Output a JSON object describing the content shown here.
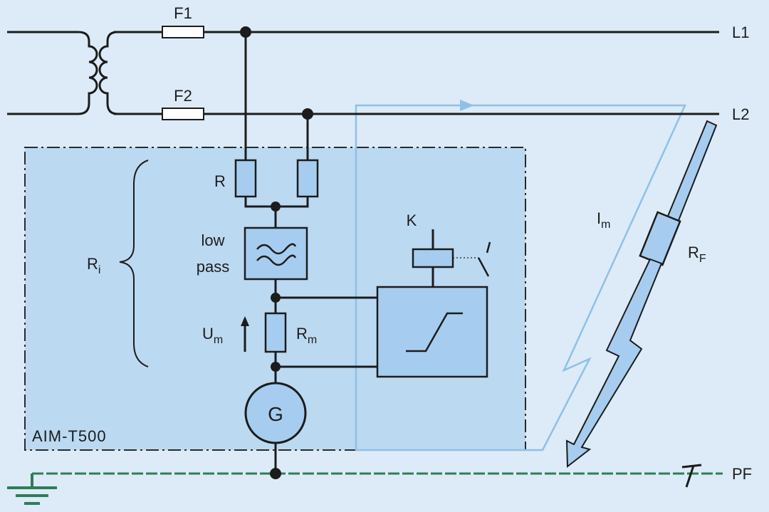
{
  "colors": {
    "background": "#dcebf7",
    "device_fill": "#bcd9f2",
    "component_fill": "#a6cdef",
    "wire": "#1c1c1c",
    "loop": "#8fc0e6",
    "earth": "#2e7d57"
  },
  "labels": {
    "fuse1": "F1",
    "fuse2": "F2",
    "line1": "L1",
    "line2": "L2",
    "pe": "PF",
    "resistor": "R",
    "ri_main": "R",
    "ri_sub": "i",
    "lowpass_1": "low",
    "lowpass_2": "pass",
    "um_main": "U",
    "um_sub": "m",
    "rm_main": "R",
    "rm_sub": "m",
    "generator": "G",
    "device": "AIM-T500",
    "relay": "K",
    "im_main": "I",
    "im_sub": "m",
    "rf_main": "R",
    "rf_sub": "F"
  },
  "icons": {
    "lowpass": "low-pass-wave-icon",
    "comparator": "threshold-curve-icon",
    "earth": "earth-ground-icon",
    "fault": "lightning-bolt-icon"
  }
}
